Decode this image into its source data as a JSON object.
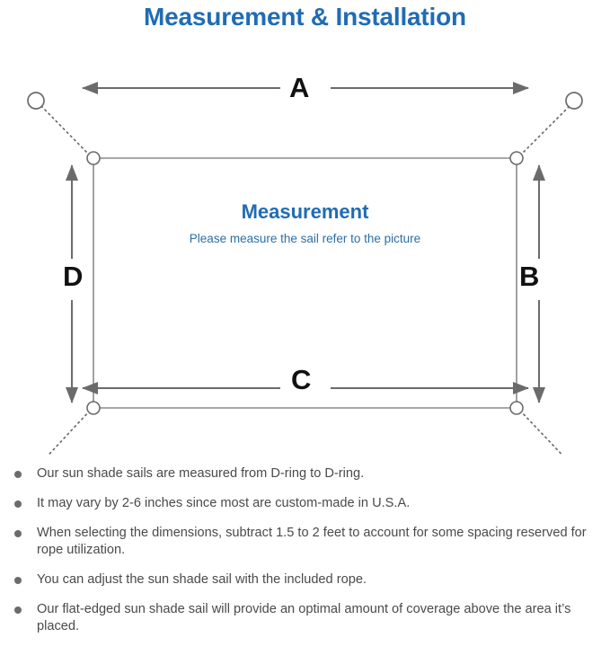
{
  "page": {
    "title": "Measurement & Installation",
    "title_color": "#1f6cb4"
  },
  "diagram": {
    "name": "sun-shade-sail-measurement-diagram",
    "center_heading": "Measurement",
    "center_subtext": "Please measure the sail refer to the picture",
    "heading_color": "#1f6cb4",
    "sail_outline_color": "#808080",
    "arrow_color": "#6b6b6b",
    "rope_line_style": "dotted",
    "dimension_labels": [
      {
        "id": "a",
        "label": "A",
        "edge": "top",
        "orientation": "horizontal"
      },
      {
        "id": "b",
        "label": "B",
        "edge": "right",
        "orientation": "vertical"
      },
      {
        "id": "c",
        "label": "C",
        "edge": "bottom",
        "orientation": "horizontal"
      },
      {
        "id": "d",
        "label": "D",
        "edge": "left",
        "orientation": "vertical"
      }
    ],
    "corner_rings": [
      {
        "id": "top-left",
        "name": "d-ring-top-left"
      },
      {
        "id": "top-right",
        "name": "d-ring-top-right"
      },
      {
        "id": "bottom-left",
        "name": "d-ring-bottom-left"
      },
      {
        "id": "bottom-right",
        "name": "d-ring-bottom-right"
      }
    ],
    "anchor_points": [
      {
        "id": "top-left",
        "name": "anchor-point-top-left"
      },
      {
        "id": "top-right",
        "name": "anchor-point-top-right"
      },
      {
        "id": "bottom-left",
        "name": "anchor-point-bottom-left"
      },
      {
        "id": "bottom-right",
        "name": "anchor-point-bottom-right"
      }
    ]
  },
  "notes": [
    "Our sun shade sails are measured from D-ring to D-ring.",
    "It may vary by 2-6 inches since most are custom-made in U.S.A.",
    "When selecting the dimensions, subtract 1.5 to 2 feet to account for some spacing reserved for rope utilization.",
    "You can adjust the sun shade sail with the included rope.",
    "Our flat-edged sun shade sail will provide an optimal amount of coverage above the area it’s placed."
  ]
}
